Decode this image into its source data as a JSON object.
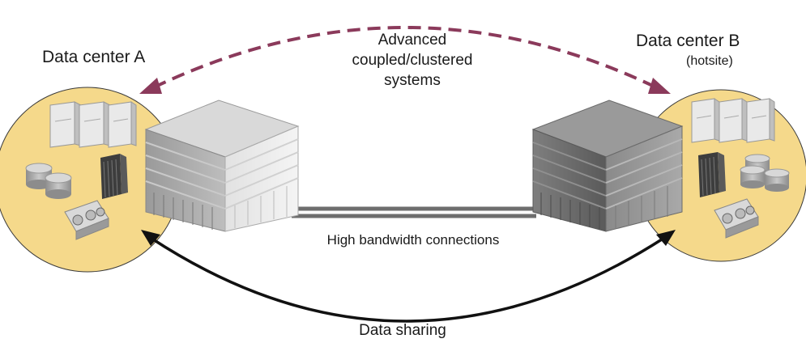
{
  "labels": {
    "dc_a": "Data center A",
    "dc_b_line1": "Data center B",
    "dc_b_line2": "(hotsite)",
    "advanced_line1": "Advanced",
    "advanced_line2": "coupled/clustered",
    "advanced_line3": "systems",
    "bandwidth": "High bandwidth connections",
    "sharing": "Data sharing"
  },
  "colors": {
    "site_circle": "#f5d98b",
    "dashed_arrow": "#8b3a5b",
    "solid_arrow": "#111111",
    "building_light": "#c8c8c8",
    "building_dark": "#7a7a7a",
    "connection": "#6e6e6e"
  }
}
